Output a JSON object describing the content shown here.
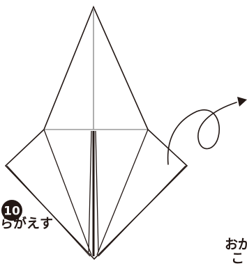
{
  "step": {
    "number": "10",
    "instruction": "らがえす",
    "side_instruction": "おが",
    "side_instruction_cont": "こ"
  },
  "colors": {
    "ink": "#231815",
    "paper": "#ffffff",
    "crease": "#9a9a9a",
    "badge_text": "#ffffff"
  }
}
